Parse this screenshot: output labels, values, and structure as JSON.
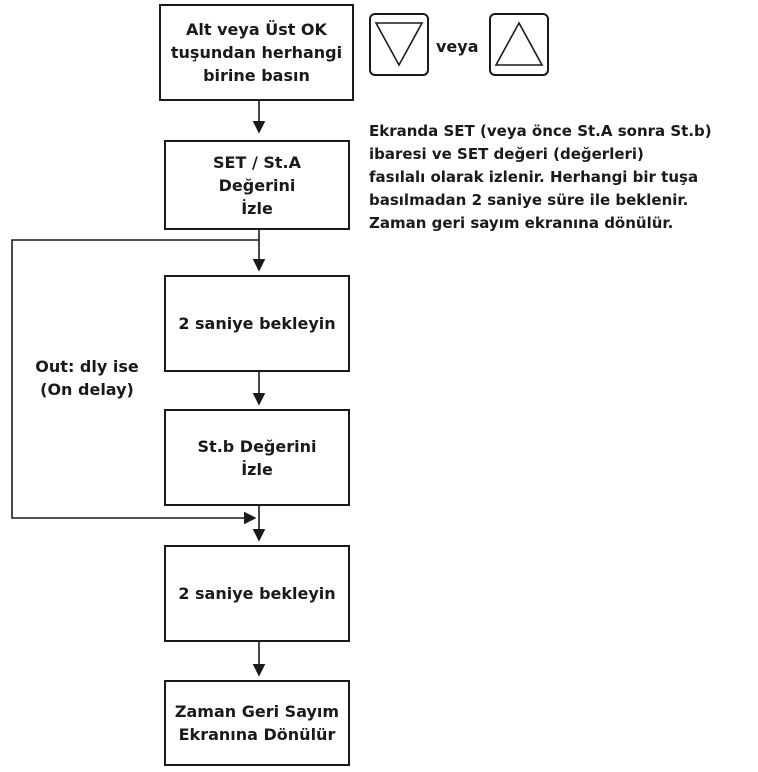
{
  "steps": {
    "press_key": "Alt veya Üst OK\ntuşundan herhangi\nbirine basın",
    "watch_set": "SET / St.A\nDeğerini\nİzle",
    "wait1": "2 saniye bekleyin",
    "watch_stb": "St.b Değerini\nİzle",
    "wait2": "2 saniye bekleyin",
    "return": "Zaman Geri Sayım\nEkranına Dönülür"
  },
  "keys": {
    "down_icon": "down-triangle",
    "up_icon": "up-triangle",
    "separator": "veya"
  },
  "note": "Ekranda SET (veya önce St.A sonra St.b)\nibaresi ve SET değeri (değerleri)\nfasılalı olarak izlenir. Herhangi bir tuşa\nbasılmadan 2 saniye süre ile beklenir.\nZaman geri sayım ekranına dönülür.",
  "branch_label": "Out: dly ise\n(On delay)"
}
